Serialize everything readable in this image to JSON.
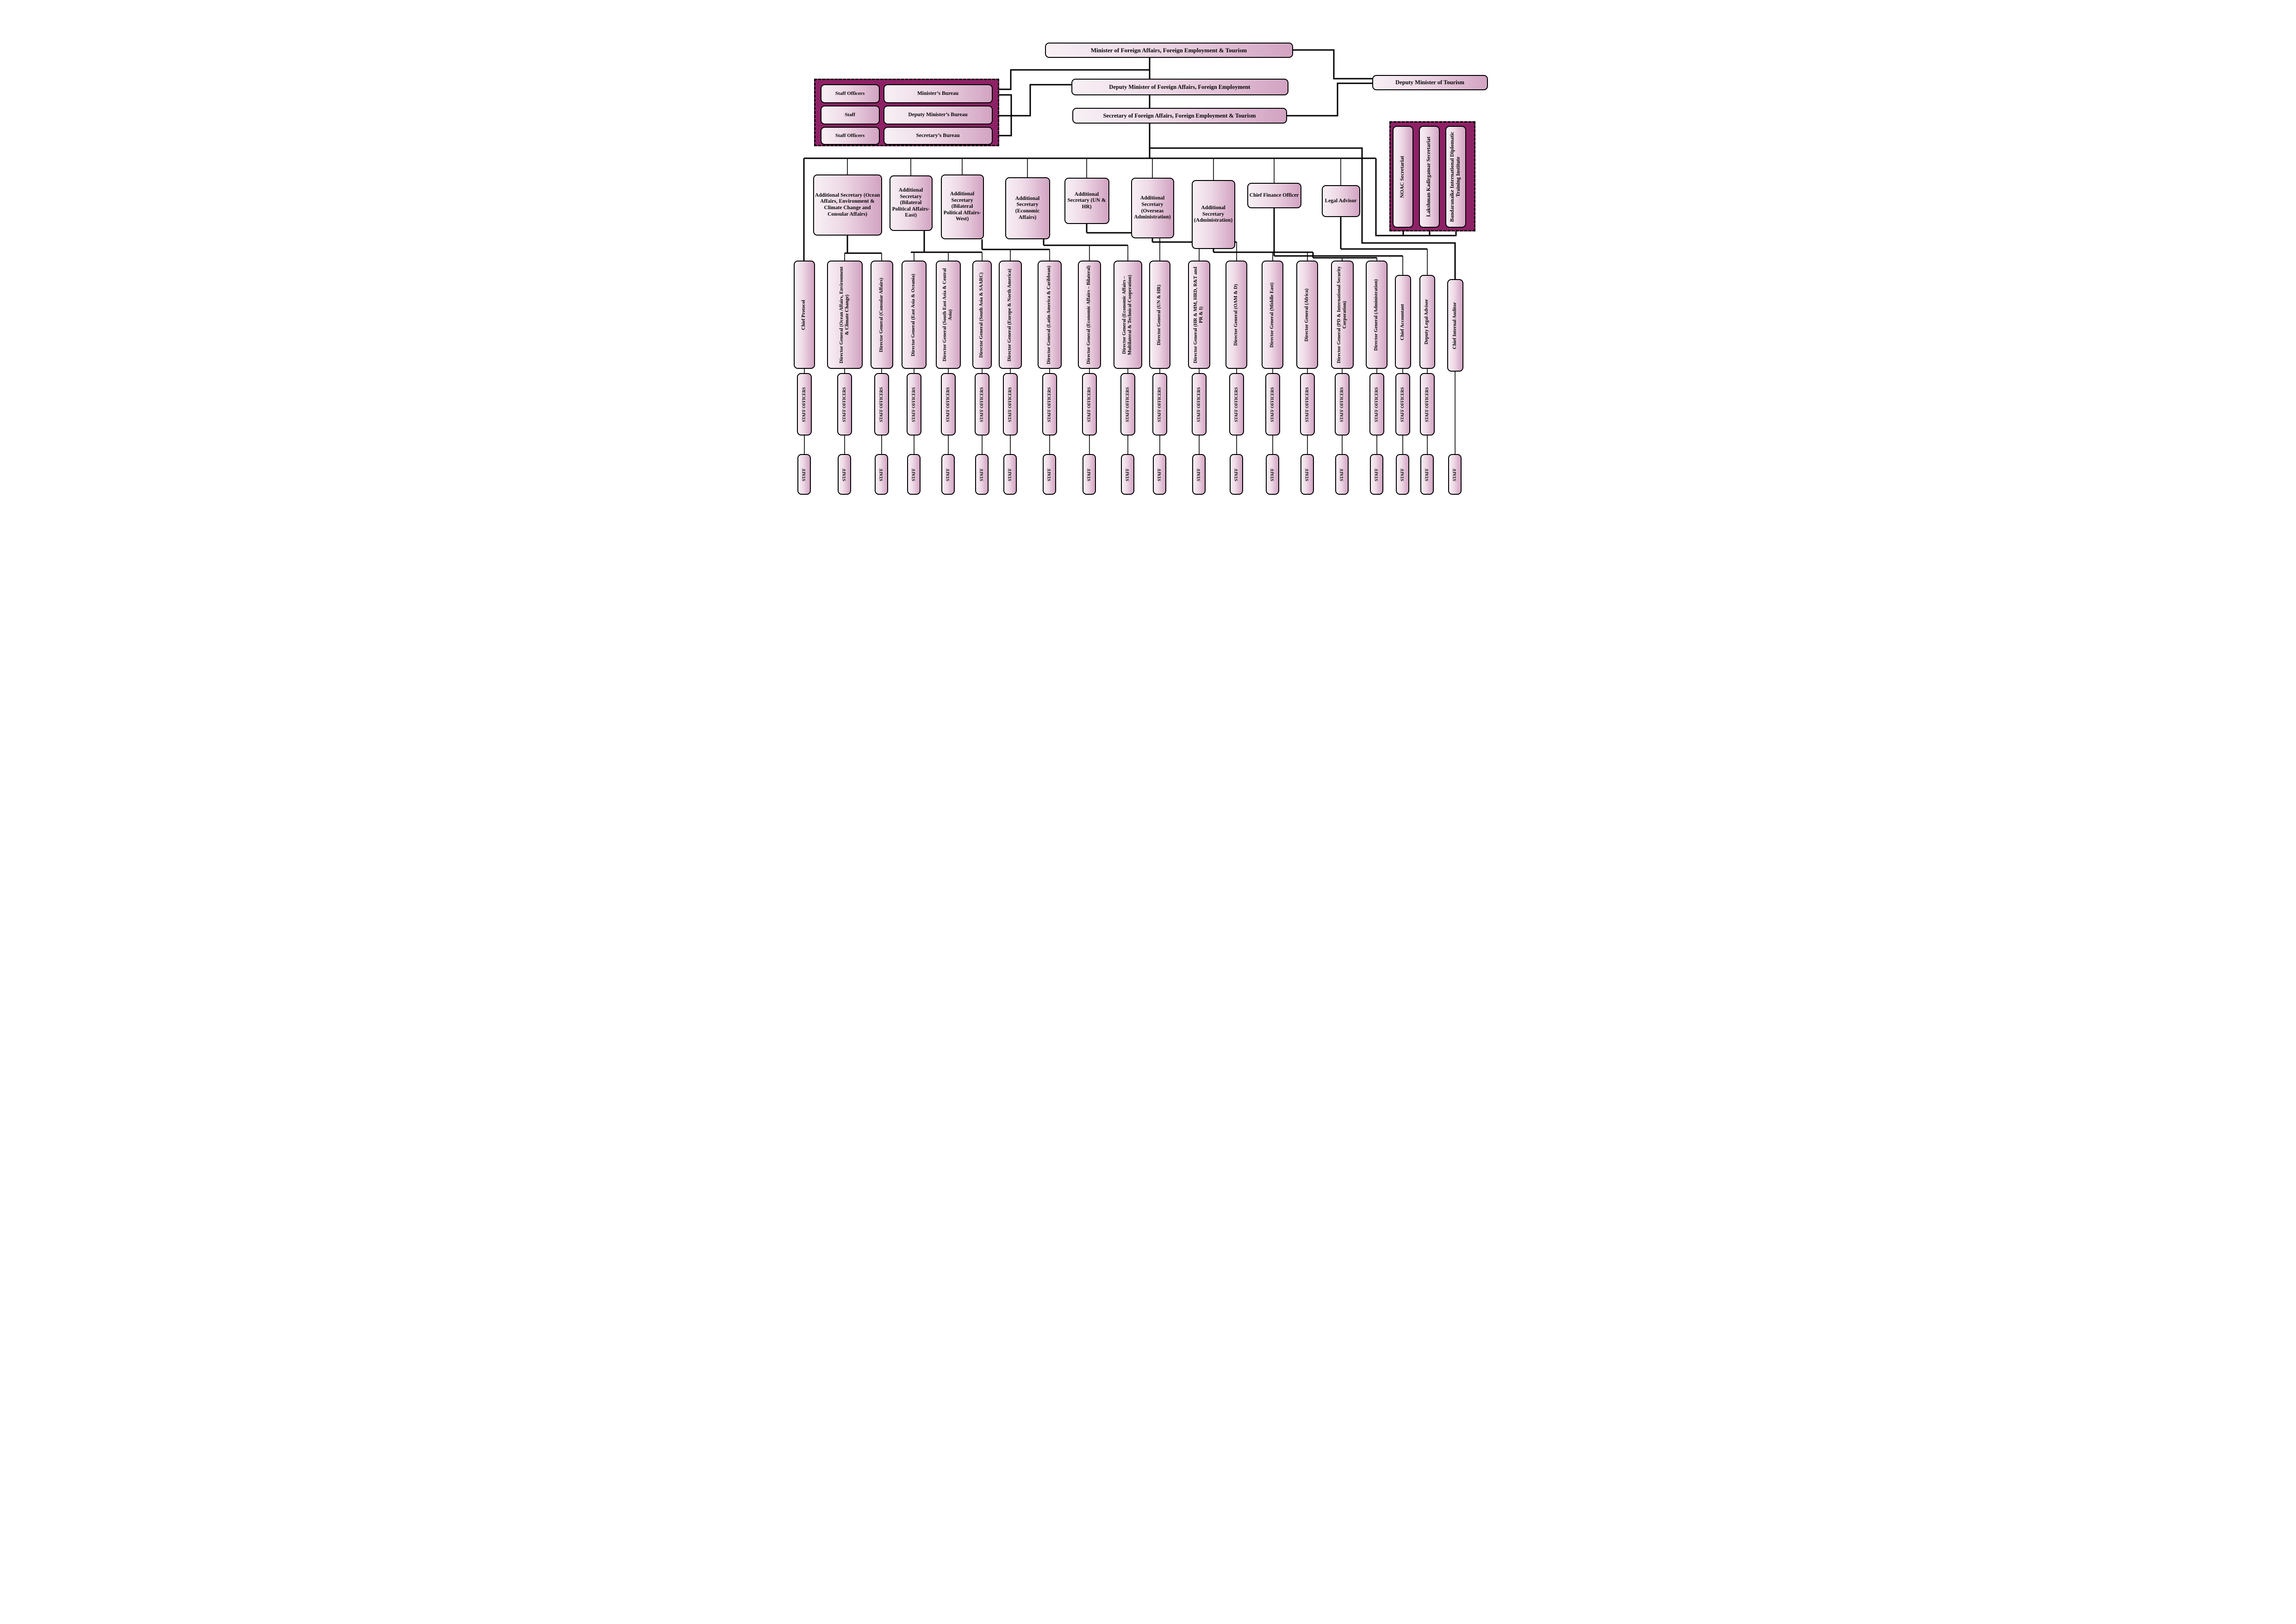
{
  "nodes": {
    "minister": "Minister of Foreign Affairs, Foreign Employment & Tourism",
    "deputy_minister_fa": "Deputy Minister of Foreign Affairs, Foreign Employment",
    "deputy_minister_tourism": "Deputy Minister of Tourism",
    "secretary": "Secretary of Foreign Affairs, Foreign Employment & Tourism"
  },
  "bureau_group": {
    "rows": [
      {
        "staff": "Staff Officers",
        "bureau": "Minister’s Bureau"
      },
      {
        "staff": "Staff",
        "bureau": "Deputy Minister’s Bureau"
      },
      {
        "staff": "Staff Officers",
        "bureau": "Secretary’s Bureau"
      }
    ]
  },
  "secretariats": [
    "NOAC Secretariat",
    "Lakshman Kadirgamar Secretariat",
    "Bandaranaike International Diplomatic Training Institute"
  ],
  "additional_secretaries": [
    "Additional Secretary (Ocean Affairs, Environment & Climate Change and Consular Affairs)",
    "Additional Secretary (Bilateral Political Affairs- East)",
    "Additional Secretary (Bilateral Political Affairs- West)",
    "Additional Secretary (Economic Affairs)",
    "Additional Secretary (UN & HR)",
    "Additional Secretary (Overseas Administration)",
    "Additional Secretary (Administration)",
    "Chief Finance Officer",
    "Legal Advisor"
  ],
  "columns": [
    {
      "label": "Chief Protocol",
      "staff_officers": true
    },
    {
      "label": "Director General (Ocean Affairs, Environment & Climate Change)",
      "staff_officers": true
    },
    {
      "label": "Director General (Consular Affairs)",
      "staff_officers": true
    },
    {
      "label": "Director General (East Asia & Oceania)",
      "staff_officers": true
    },
    {
      "label": "Director General (South East Asia & Central Asia)",
      "staff_officers": true
    },
    {
      "label": "Director General (South Asia & SAARC)",
      "staff_officers": true
    },
    {
      "label": "Director General (Europe & North America)",
      "staff_officers": true
    },
    {
      "label": "Director General (Latin America & Caribbean)",
      "staff_officers": true
    },
    {
      "label": "Director General (Economic Affairs – Bilateral)",
      "staff_officers": true
    },
    {
      "label": "Director General (Economic Affairs – Multilateral & Technical Cooperation)",
      "staff_officers": true
    },
    {
      "label": "Director General (UN & HR)",
      "staff_officers": true
    },
    {
      "label": "Director General (HR & MM, HRD, R&T and PR & I)",
      "staff_officers": true
    },
    {
      "label": "Director General (OAM & D)",
      "staff_officers": true
    },
    {
      "label": "Director General (Middle East)",
      "staff_officers": true
    },
    {
      "label": "Director General (Africa)",
      "staff_officers": true
    },
    {
      "label": "Director General (PD & International Security Corporation)",
      "staff_officers": true
    },
    {
      "label": "Director General (Administration)",
      "staff_officers": true
    },
    {
      "label": "Chief Accountant",
      "staff_officers": true
    },
    {
      "label": "Deputy Legal Advisor",
      "staff_officers": true
    },
    {
      "label": "Chief Internal Auditor",
      "staff_officers": false
    }
  ],
  "staff_officers_label": "STAFF OFFICERS",
  "staff_label": "STAFF",
  "colors": {
    "box_gradient_start": "#f8f0f5",
    "box_gradient_end": "#d2a3c2",
    "group_purple": "#8e2166",
    "line": "#000000"
  }
}
